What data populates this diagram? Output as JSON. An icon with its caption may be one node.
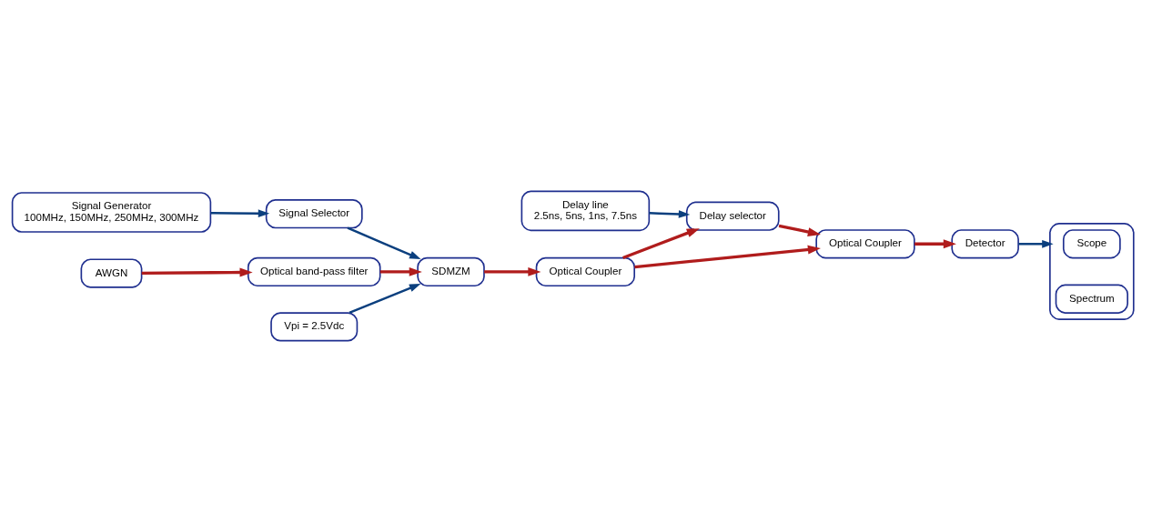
{
  "diagram": {
    "nodes": [
      {
        "text": [
          "Signal Generator",
          "100MHz, 150MHz, 250MHz, 300MHz"
        ]
      },
      {
        "text": [
          "Delay line",
          "2.5ns, 5ns, 1ns, 7.5ns"
        ]
      },
      {
        "text": [
          "AWGN"
        ]
      },
      {
        "text": [
          "Signal Selector"
        ]
      },
      {
        "text": [
          "Delay selector"
        ]
      },
      {
        "text": [
          "Optical band-pass filter"
        ]
      },
      {
        "text": [
          "SDMZM"
        ]
      },
      {
        "text": [
          "Optical Coupler"
        ]
      },
      {
        "text": [
          "Optical Coupler"
        ]
      },
      {
        "text": [
          "Detector"
        ]
      },
      {
        "text": [
          "Vpi = 2.5Vdc"
        ]
      },
      {
        "text": [],
        "shape": "box"
      },
      {
        "text": [
          "Scope"
        ],
        "in": 11
      },
      {
        "text": [
          "Spectrum"
        ],
        "in": 11
      }
    ],
    "edges": [
      {
        "from": 0,
        "to": 3,
        "arrow": "to",
        "color": "#0b3f7e"
      },
      {
        "from": 1,
        "to": 4,
        "arrow": "to",
        "color": "#0b3f7e"
      },
      {
        "from": 2,
        "to": 5,
        "arrow": "to"
      },
      {
        "from": 3,
        "to": 6,
        "arrow": "to",
        "color": "#0b3f7e"
      },
      {
        "from": 5,
        "to": 6,
        "arrow": "to"
      },
      {
        "from": 10,
        "to": 6,
        "arrow": "to",
        "color": "#0b3f7e"
      },
      {
        "from": 6,
        "to": 7,
        "arrow": "to"
      },
      {
        "from": 7,
        "to": 4,
        "arrow": "to"
      },
      {
        "from": 4,
        "to": 8,
        "arrow": "to"
      },
      {
        "from": 7,
        "to": 8,
        "arrow": "to"
      },
      {
        "from": 8,
        "to": 9,
        "arrow": "to"
      },
      {
        "from": 9,
        "to": 11,
        "arrow": "to",
        "color": "#0b3f7e"
      }
    ]
  }
}
